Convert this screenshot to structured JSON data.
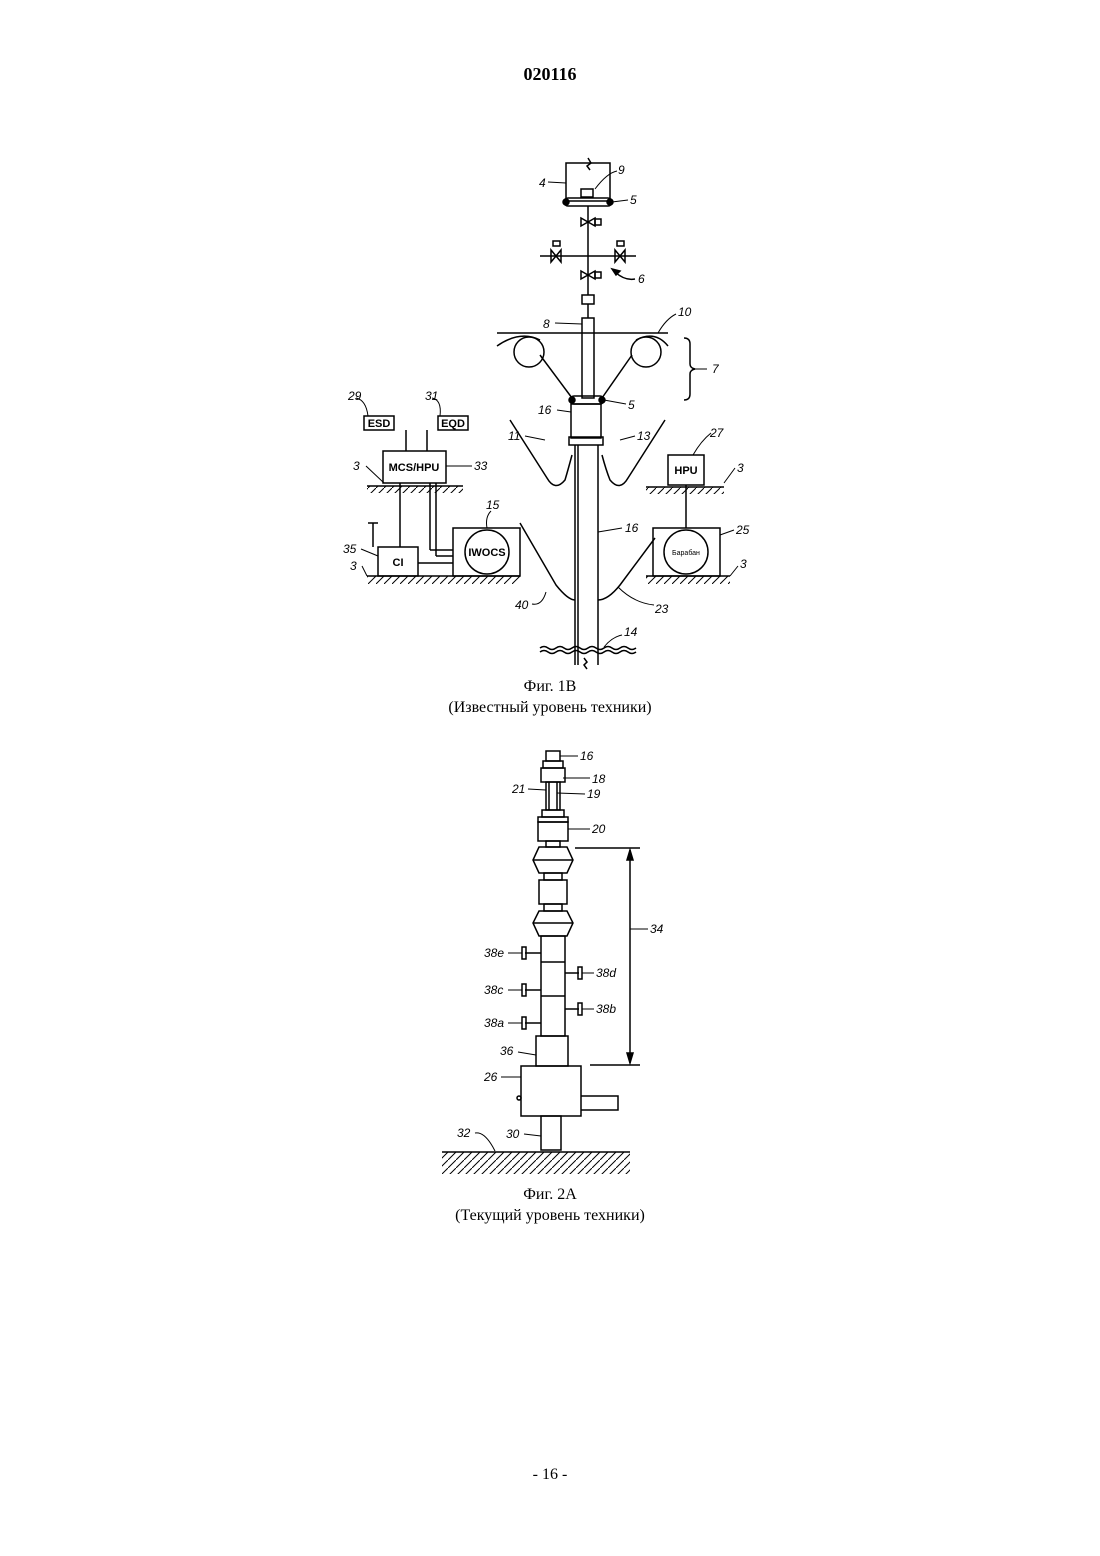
{
  "document": {
    "patent_number": "020116",
    "page_number": "- 16 -"
  },
  "figure_1b": {
    "caption": "Фиг. 1B",
    "subcaption": "(Известный уровень техники)",
    "refs": {
      "r4": "4",
      "r9": "9",
      "r5a": "5",
      "r6": "6",
      "r8": "8",
      "r10": "10",
      "r7": "7",
      "r5b": "5",
      "r16a": "16",
      "r11": "11",
      "r13": "13",
      "r27": "27",
      "r3a": "3",
      "r3b": "3",
      "r3c": "3",
      "r3d": "3",
      "r29": "29",
      "r31": "31",
      "r33": "33",
      "r15": "15",
      "r16b": "16",
      "r25": "25",
      "r35": "35",
      "r40": "40",
      "r23": "23",
      "r14": "14"
    },
    "boxes": {
      "esd": "ESD",
      "eqd": "EQD",
      "mcs_hpu": "MCS/HPU",
      "hpu": "HPU",
      "iwocs": "IWOCS",
      "baraban": "Барабан",
      "ci": "CI"
    }
  },
  "figure_2a": {
    "caption": "Фиг. 2A",
    "subcaption": "(Текущий уровень техники)",
    "refs": {
      "r16": "16",
      "r18": "18",
      "r21": "21",
      "r19": "19",
      "r20": "20",
      "r34": "34",
      "r38e": "38e",
      "r38d": "38d",
      "r38c": "38c",
      "r38b": "38b",
      "r38a": "38a",
      "r36": "36",
      "r26": "26",
      "r32": "32",
      "r30": "30"
    }
  }
}
